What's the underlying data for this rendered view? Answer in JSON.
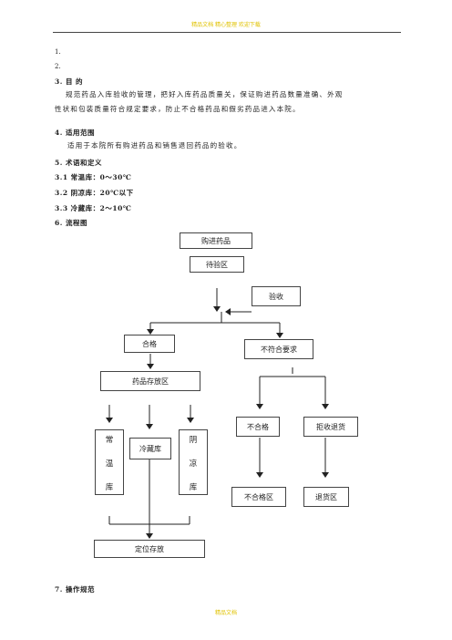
{
  "header_text": "精品文档 精心整理 欢迎下载",
  "footer_text": "精品文档",
  "list": {
    "n1": "1.",
    "n2": "2.",
    "purpose_title": "3.  目 的",
    "purpose_line1": "规范药品入库验收的管理，把好入库药品质量关，保证购进药品数量准确、外观",
    "purpose_line2": "性状和包装质量符合规定要求，防止不合格药品和假劣药品进入本院。",
    "scope_title": "4.  适用范围",
    "scope_text": "适用于本院所有购进药品和销售退回药品的验收。",
    "terms_title": "5.  术语和定义",
    "term1": "3.1 常温库：0～30℃",
    "term2": "3.2 阴凉库：20℃以下",
    "term3": "3.3 冷藏库：2～10℃",
    "flow_title": "6.    流程图",
    "ops_title": "7.    操作规范"
  },
  "flow": {
    "purchase": "购进药品",
    "pending": "待验区",
    "inspect": "验收",
    "pass": "合格",
    "noncompliant": "不符合要求",
    "storage_area": "药品存放区",
    "normal_temp": [
      "常",
      "温",
      "库"
    ],
    "cold": "冷藏库",
    "cool": [
      "阴",
      "凉",
      "库"
    ],
    "unqualified": "不合格",
    "refuse_return": "拒收退货",
    "unqualified_area": "不合格区",
    "return_area": "退货区",
    "location_storage": "定位存放"
  }
}
